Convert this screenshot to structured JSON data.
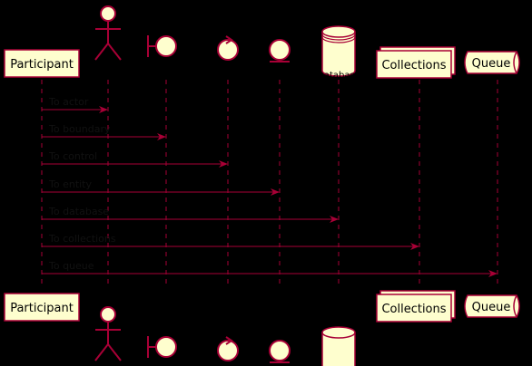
{
  "diagram": {
    "type": "sequence",
    "participants": [
      {
        "id": "p_participant",
        "kind": "participant",
        "label": "Participant"
      },
      {
        "id": "p_actor",
        "kind": "actor",
        "label": "Actor"
      },
      {
        "id": "p_boundary",
        "kind": "boundary",
        "label": "Boundary"
      },
      {
        "id": "p_control",
        "kind": "control",
        "label": "Control"
      },
      {
        "id": "p_entity",
        "kind": "entity",
        "label": "Entity"
      },
      {
        "id": "p_database",
        "kind": "database",
        "label": "Database"
      },
      {
        "id": "p_collections",
        "kind": "collections",
        "label": "Collections"
      },
      {
        "id": "p_queue",
        "kind": "queue",
        "label": "Queue"
      }
    ],
    "messages": [
      {
        "from": "p_participant",
        "to": "p_actor",
        "label": "To actor"
      },
      {
        "from": "p_participant",
        "to": "p_boundary",
        "label": "To boundary"
      },
      {
        "from": "p_participant",
        "to": "p_control",
        "label": "To control"
      },
      {
        "from": "p_participant",
        "to": "p_entity",
        "label": "To entity"
      },
      {
        "from": "p_participant",
        "to": "p_database",
        "label": "To database"
      },
      {
        "from": "p_participant",
        "to": "p_collections",
        "label": "To collections"
      },
      {
        "from": "p_participant",
        "to": "p_queue",
        "label": "To queue"
      }
    ],
    "colors": {
      "background": "#000000",
      "box_fill": "#FEFECE",
      "stroke": "#A80036",
      "text": "#000000",
      "message_label": "#111111"
    }
  }
}
